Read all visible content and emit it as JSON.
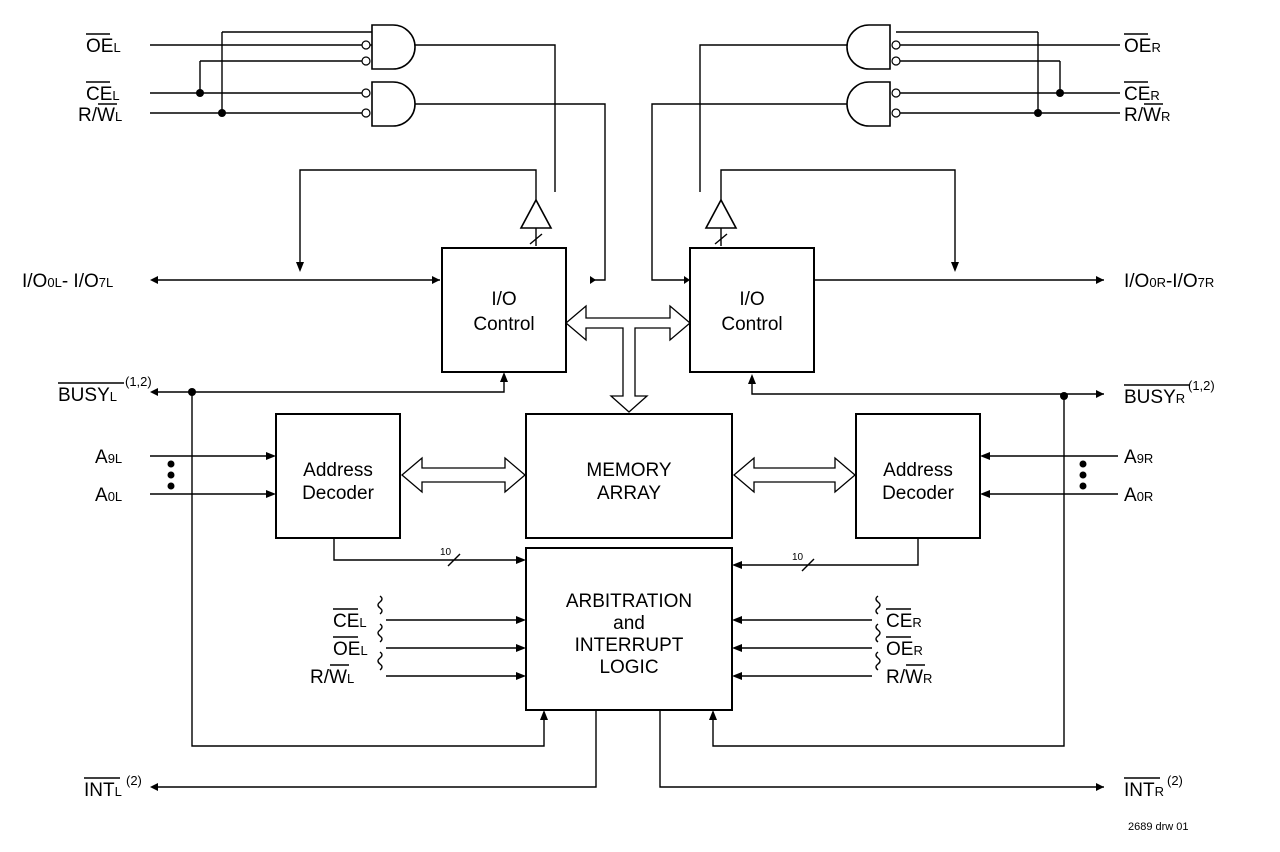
{
  "signals": {
    "oe": "OE",
    "ce": "CE",
    "rw_prefix": "R/",
    "w": "W",
    "sub_left": "L",
    "sub_right": "R",
    "io_left_a": "I/O",
    "io_left_b": "0L",
    "io_left_c": "- I/O",
    "io_left_d": "7L",
    "io_right_a": "I/O",
    "io_right_b": "0R",
    "io_right_c": "-I/O",
    "io_right_d": "7R",
    "busy": "BUSY",
    "busy_note": "(1,2)",
    "int": "INT",
    "int_note": "(2)",
    "a_prefix": "A",
    "a9l_sub": "9L",
    "a0l_sub": "0L",
    "a9r_sub": "9R",
    "a0r_sub": "0R"
  },
  "blocks": {
    "io_control_1": "I/O",
    "io_control_2": "Control",
    "addr_decoder_1": "Address",
    "addr_decoder_2": "Decoder",
    "memory_1": "MEMORY",
    "memory_2": "ARRAY",
    "arb_1": "ARBITRATION",
    "arb_2": "and",
    "arb_3": "INTERRUPT",
    "arb_4": "LOGIC"
  },
  "bus_width": "10",
  "drawing_number": "2689 drw 01"
}
